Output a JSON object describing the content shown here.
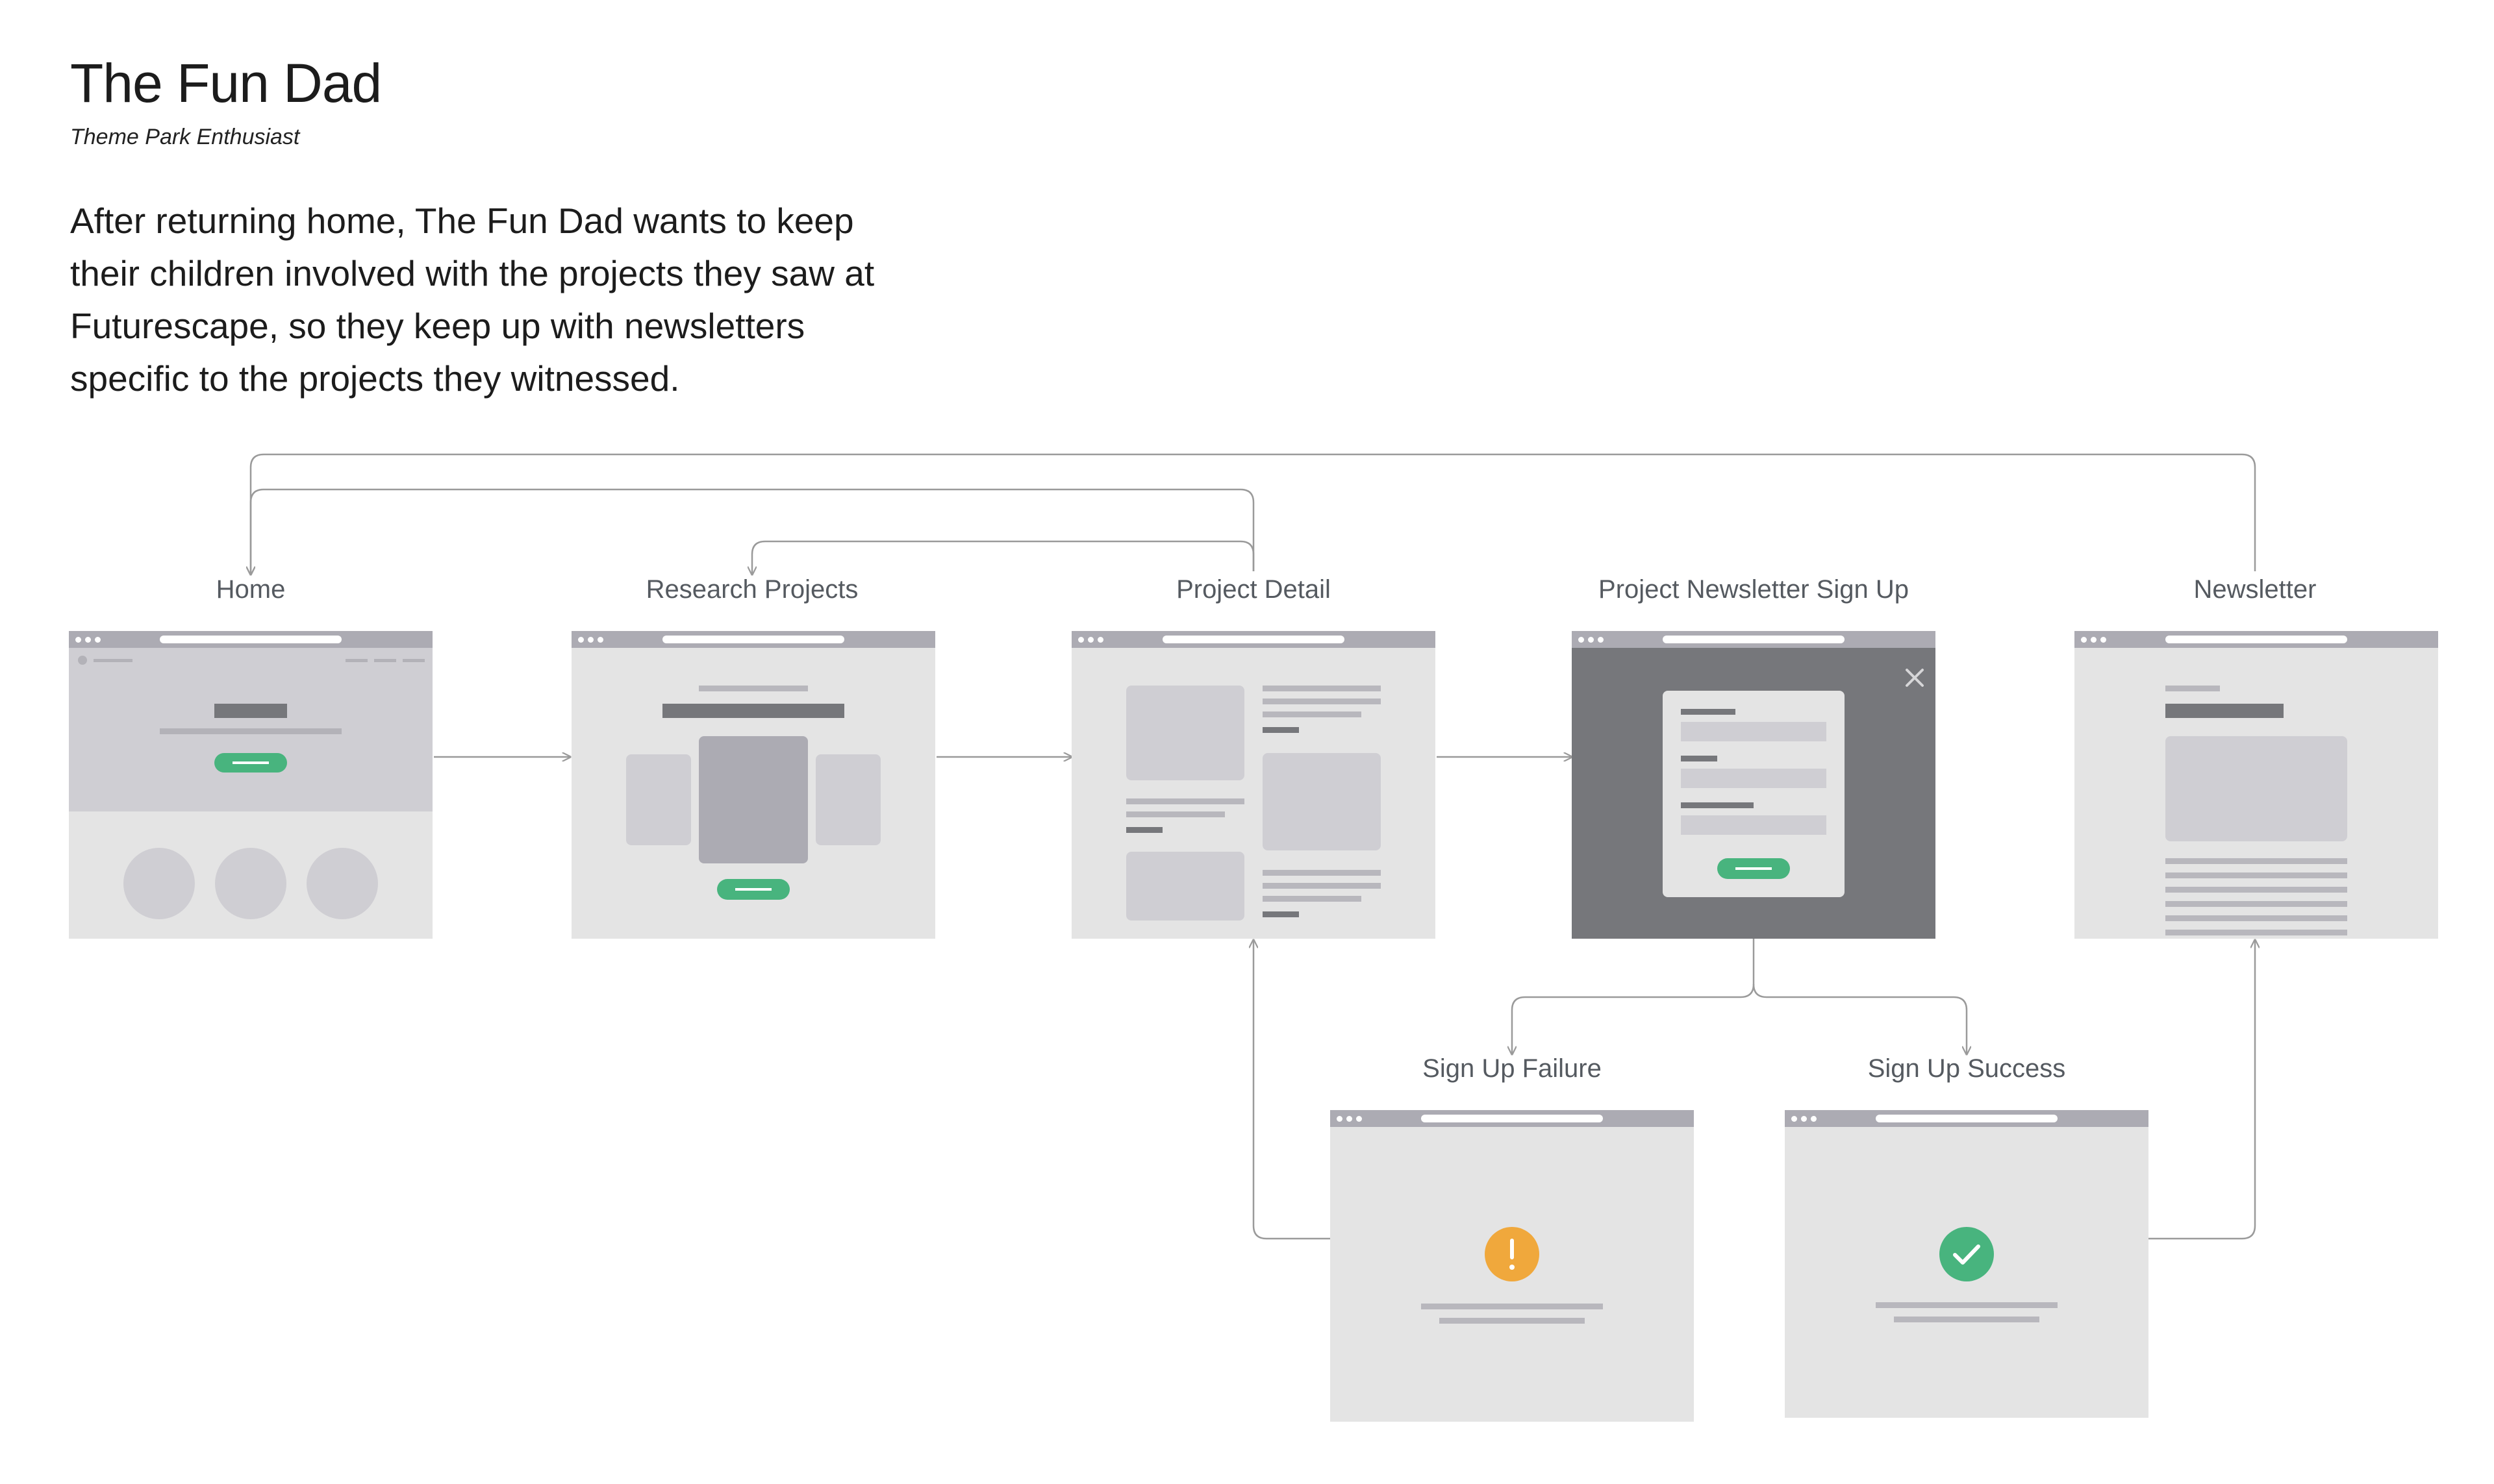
{
  "persona": {
    "name": "The Fun Dad",
    "role": "Theme Park Enthusiast",
    "description": "After returning home, The Fun Dad wants to keep their children involved with the projects they saw at Futurescape, so they keep up with newsletters specific to the projects they witnessed."
  },
  "screens": {
    "home": {
      "label": "Home"
    },
    "research_projects": {
      "label": "Research Projects"
    },
    "project_detail": {
      "label": "Project Detail"
    },
    "newsletter_signup": {
      "label": "Project Newsletter Sign Up"
    },
    "newsletter": {
      "label": "Newsletter"
    },
    "signup_failure": {
      "label": "Sign Up Failure"
    },
    "signup_success": {
      "label": "Sign Up Success"
    }
  },
  "icons": {
    "close": "close-icon",
    "warning": "exclamation-icon",
    "success": "checkmark-icon"
  },
  "colors": {
    "accent_green": "#48b47e",
    "warning_orange": "#f0a83c",
    "frame_bar": "#acabb3",
    "frame_bg": "#e4e4e4",
    "placeholder_block": "#cfcfd3",
    "modal_overlay": "#76777b",
    "connector": "#9a9a9a"
  }
}
